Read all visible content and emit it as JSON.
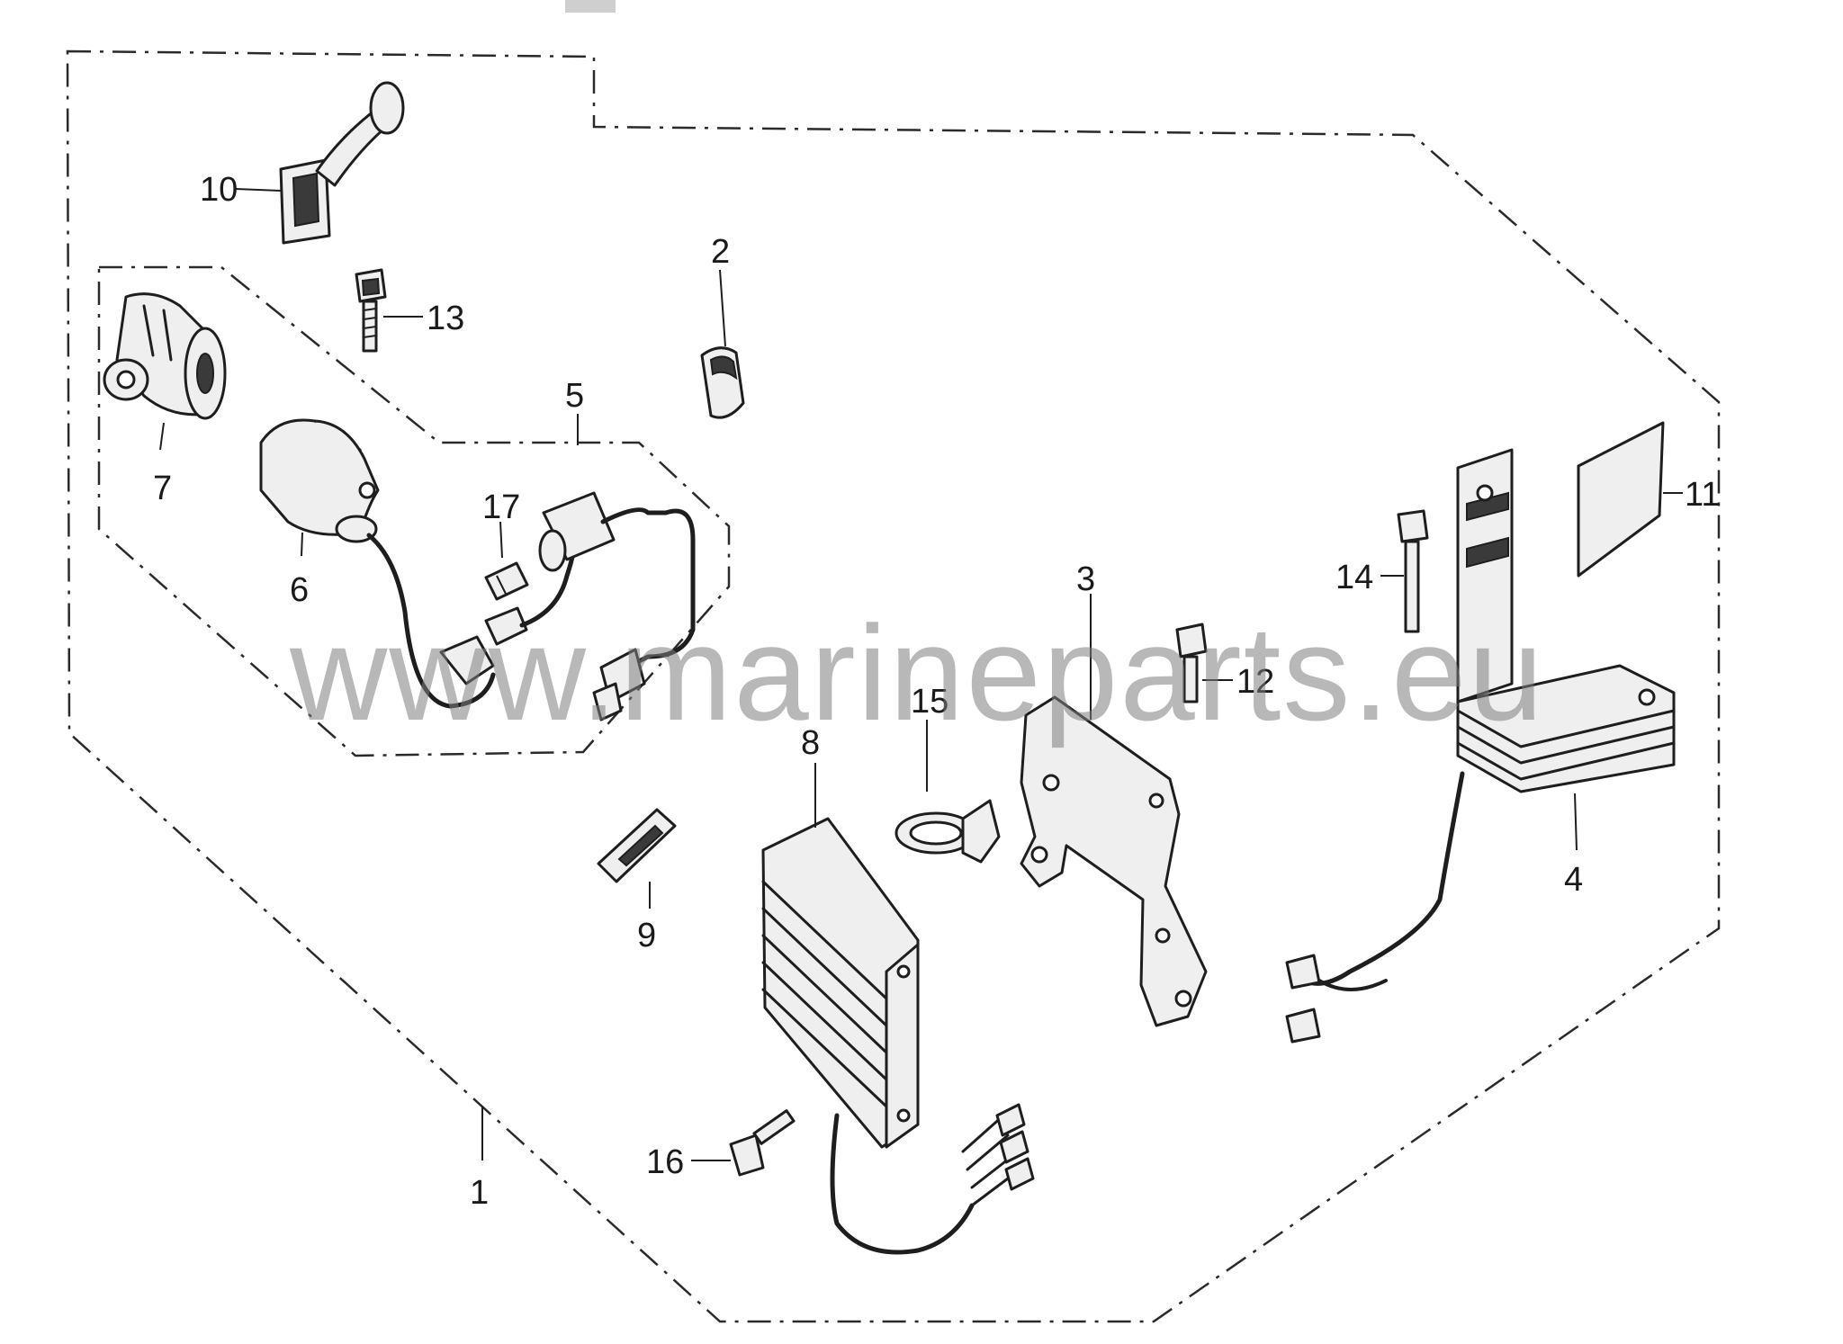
{
  "diagram": {
    "watermark": "www.marineparts.eu",
    "callouts": {
      "c1": "1",
      "c2": "2",
      "c3": "3",
      "c4": "4",
      "c5": "5",
      "c6": "6",
      "c7": "7",
      "c8": "8",
      "c9": "9",
      "c10": "10",
      "c11": "11",
      "c12": "12",
      "c13": "13",
      "c14": "14",
      "c15": "15",
      "c16": "16",
      "c17": "17"
    }
  }
}
